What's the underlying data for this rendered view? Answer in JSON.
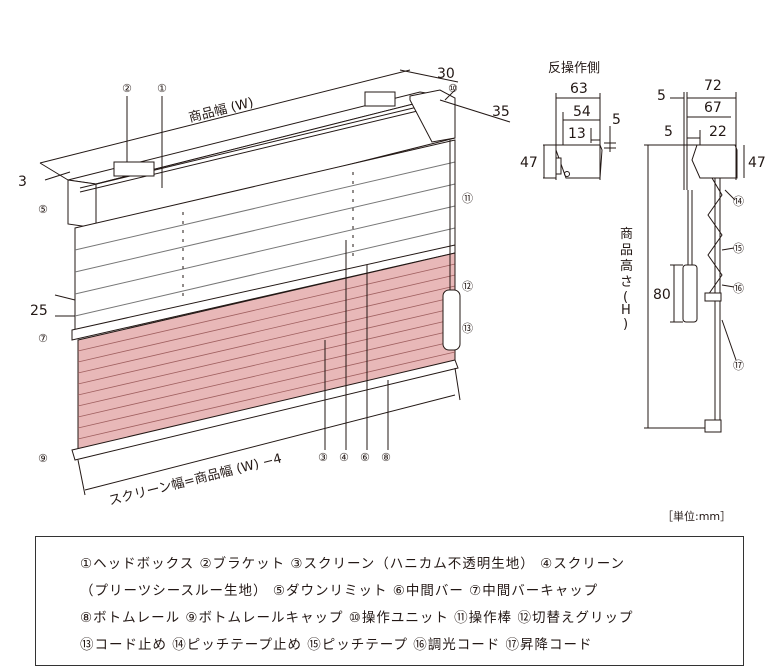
{
  "main_view": {
    "width_label": "商品幅 (W)",
    "screen_width_label": "スクリーン幅=商品幅 (W) −4",
    "dims": {
      "d30": "30",
      "d35": "35",
      "d3": "3",
      "d25": "25"
    },
    "callouts": [
      "①",
      "②",
      "③",
      "④",
      "⑤",
      "⑥",
      "⑦",
      "⑧",
      "⑨",
      "⑩",
      "⑪",
      "⑫",
      "⑬"
    ]
  },
  "side_view_opposite": {
    "title": "反操作側",
    "dims": {
      "d63": "63",
      "d54": "54",
      "d13": "13",
      "d5": "5",
      "d47": "47"
    }
  },
  "side_view_operation": {
    "dims": {
      "d72": "72",
      "d67": "67",
      "d5a": "5",
      "d5b": "5",
      "d22": "22",
      "d47": "47",
      "d80": "80"
    },
    "height_label": [
      "商",
      "品",
      "高",
      "さ",
      "(",
      "H",
      ")"
    ],
    "callouts": [
      "⑭",
      "⑮",
      "⑯",
      "⑰"
    ]
  },
  "unit": "［単位:mm］",
  "legend": [
    "①ヘッドボックス ②ブラケット ③スクリーン（ハニカム不透明生地） ④スクリーン",
    "（プリーツシースルー生地） ⑤ダウンリミット ⑥中間バー ⑦中間バーキャップ",
    "⑧ボトムレール ⑨ボトムレールキャップ ⑩操作ユニット ⑪操作棒 ⑫切替えグリップ",
    "⑬コード止め ⑭ピッチテープ止め ⑮ピッチテープ ⑯調光コード ⑰昇降コード"
  ],
  "colors": {
    "honeycomb": "#e8b8b8",
    "line": "#231815"
  }
}
